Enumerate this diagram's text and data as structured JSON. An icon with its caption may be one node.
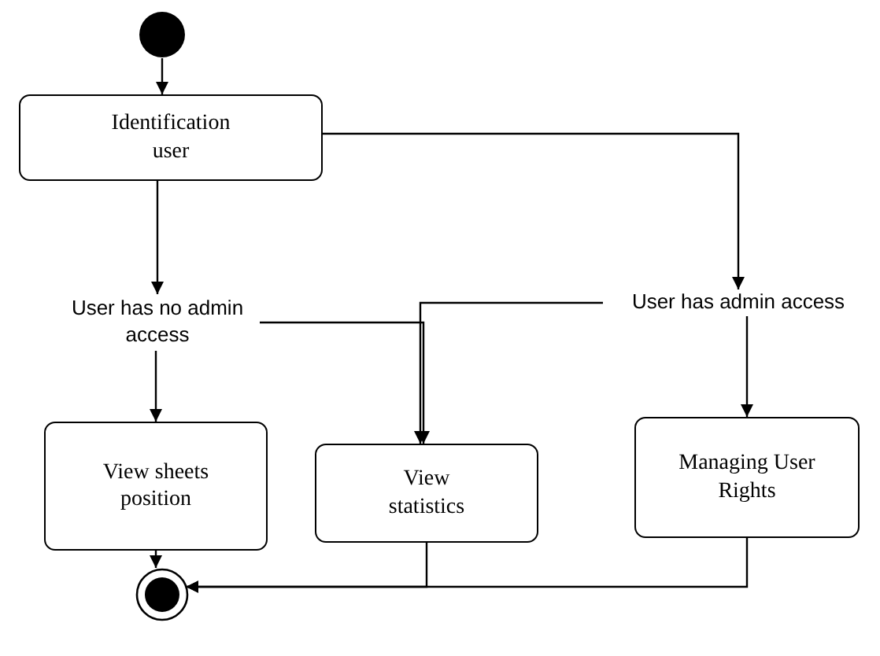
{
  "diagram": {
    "nodes": [
      {
        "text": [],
        "shape": "circle"
      },
      {
        "text": [
          "Identification user"
        ]
      },
      {
        "text": [
          "User has no admin access"
        ]
      },
      {
        "text": [
          "User has admin access"
        ]
      },
      {
        "text": [
          "View sheets position"
        ]
      },
      {
        "text": [
          "View statistics"
        ]
      },
      {
        "text": [
          "Managing User Rights"
        ]
      },
      {
        "text": [],
        "shape": "final-circle"
      }
    ],
    "edges": [
      {
        "from": 0,
        "to": 1,
        "arrow": "to"
      },
      {
        "from": 1,
        "to": 2,
        "arrow": "to"
      },
      {
        "from": 1,
        "to": 3,
        "arrow": "to"
      },
      {
        "from": 2,
        "to": 4,
        "arrow": "to"
      },
      {
        "from": 2,
        "to": 5,
        "arrow": "to"
      },
      {
        "from": 3,
        "to": 5,
        "arrow": "to"
      },
      {
        "from": 3,
        "to": 6,
        "arrow": "to"
      },
      {
        "from": 4,
        "to": 7,
        "arrow": "to"
      },
      {
        "from": 5,
        "to": 7,
        "arrow": "to"
      },
      {
        "from": 6,
        "to": 7,
        "arrow": "to"
      }
    ]
  }
}
